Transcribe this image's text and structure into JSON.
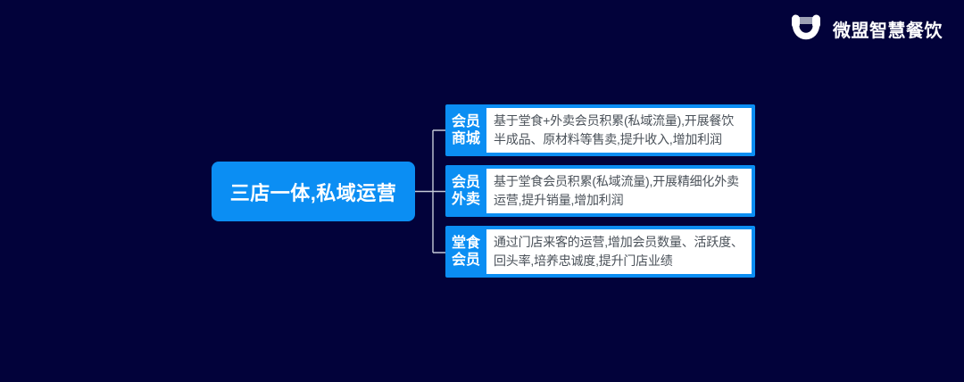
{
  "logo": {
    "icon": "weimob-smile-icon",
    "text": "微盟智慧餐饮"
  },
  "main_node": {
    "label": "三店一体,私域运营"
  },
  "branches": [
    {
      "label_top": "会员",
      "label_bottom": "商城",
      "description": "基于堂食+外卖会员积累(私域流量),开展餐饮半成品、原材料等售卖,提升收入,增加利润"
    },
    {
      "label_top": "会员",
      "label_bottom": "外卖",
      "description": "基于堂食会员积累(私域流量),开展精细化外卖运营,提升销量,增加利润"
    },
    {
      "label_top": "堂食",
      "label_bottom": "会员",
      "description": "通过门店来客的运营,增加会员数量、活跃度、回头率,培养忠诚度,提升门店业绩"
    }
  ],
  "colors": {
    "background": "#02023a",
    "accent_blue": "#0b8ef3",
    "text_on_accent": "#ffffff",
    "description_text": "#4a5159",
    "connector": "#c4cad8",
    "card_background": "#ffffff"
  }
}
